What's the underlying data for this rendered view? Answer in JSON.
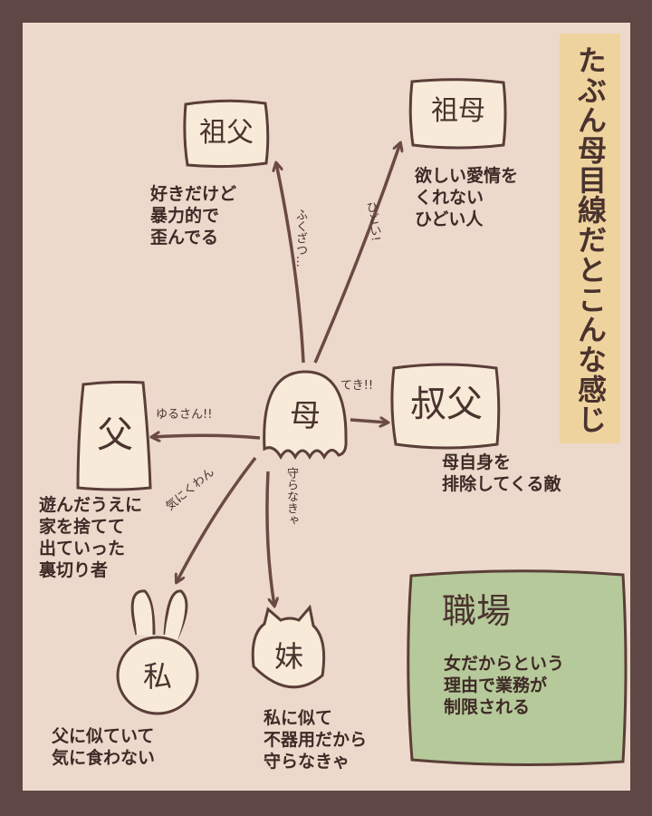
{
  "title": "たぶん母目線だとこんな感じ",
  "nodes": {
    "haha": {
      "label": "母"
    },
    "sofu": {
      "label": "祖父",
      "description": "好きだけど\n暴力的で\n歪んでる"
    },
    "sobo": {
      "label": "祖母",
      "description": "欲しい愛情を\nくれない\nひどい人"
    },
    "chichi": {
      "label": "父",
      "description": "遊んだうえに\n家を捨てて\n出ていった\n裏切り者"
    },
    "oji": {
      "label": "叔父",
      "description": "母自身を\n排除してくる敵"
    },
    "watashi": {
      "label": "私",
      "description": "父に似ていて\n気に食わない"
    },
    "imouto": {
      "label": "妹",
      "description": "私に似て\n不器用だから\n守らなきゃ"
    },
    "shokuba": {
      "label": "職場",
      "description": "女だからという\n理由で業務が\n制限される"
    }
  },
  "edges": {
    "to_sofu": "ふくざつ…",
    "to_sobo": "ひどい!",
    "to_chichi": "ゆるさん!!",
    "to_oji": "てき!!",
    "to_watashi": "気にくわん",
    "to_imouto": "守らなきゃ"
  },
  "colors": {
    "frame": "#5e4744",
    "background": "#ecd9cb",
    "title_box": "#efd39e",
    "node_fill": "#f7ead8",
    "node_stroke": "#5a3e38",
    "arrow": "#6b4a44",
    "workplace_fill": "#b6c99a"
  }
}
